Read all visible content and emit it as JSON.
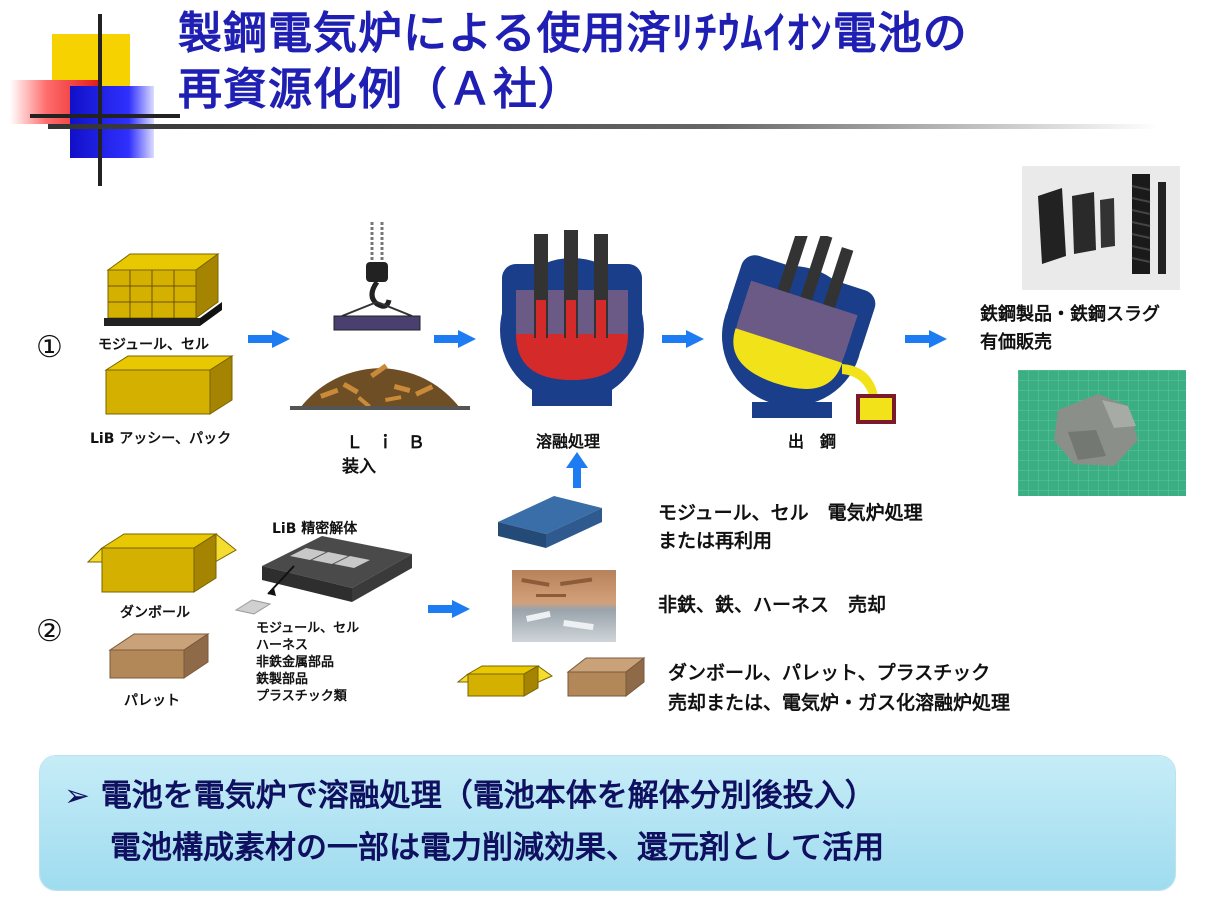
{
  "title": {
    "line1": "製鋼電気炉による使用済ﾘﾁｳﾑｲｵﾝ電池の",
    "line2": "再資源化例（Ａ社）"
  },
  "row1": {
    "number": "①",
    "module_label": "モジュール、セル",
    "pack_label": "LiB アッシー、パック",
    "lib_label_line1": "Ｌ ｉ Ｂ",
    "lib_label_line2": "装入",
    "melt_label": "溶融処理",
    "tap_label": "出　鋼",
    "product_line1": "鉄鋼製品・鉄鋼スラグ",
    "product_line2": "有価販売"
  },
  "row2": {
    "number": "②",
    "cardboard_label": "ダンボール",
    "pallet_label": "パレット",
    "dismantle_label": "LiB 精密解体",
    "parts": [
      "モジュール、セル",
      "ハーネス",
      "非鉄金属部品",
      "鉄製部品",
      "プラスチック類"
    ],
    "out1_line1": "モジュール、セル　電気炉処理",
    "out1_line2": "または再利用",
    "out2": "非鉄、鉄、ハーネス　売却",
    "out3_line1": "ダンボール、パレット、プラスチック",
    "out3_line2": "売却または、電気炉・ガス化溶融炉処理"
  },
  "summary": {
    "line1": "➢ 電池を電気炉で溶融処理（電池本体を解体分別後投入）",
    "line2": "電池構成素材の一部は電力削減効果、還元剤として活用"
  },
  "colors": {
    "title": "#1f1fb4",
    "arrow": "#1e7cf2",
    "furnace_body": "#6b5a86",
    "furnace_rim": "#1a3e8a",
    "molten_red": "#d42a2a",
    "molten_yellow": "#f2e21a",
    "box_gold": "#c9a800",
    "summary_bg": "#aee2f2"
  }
}
